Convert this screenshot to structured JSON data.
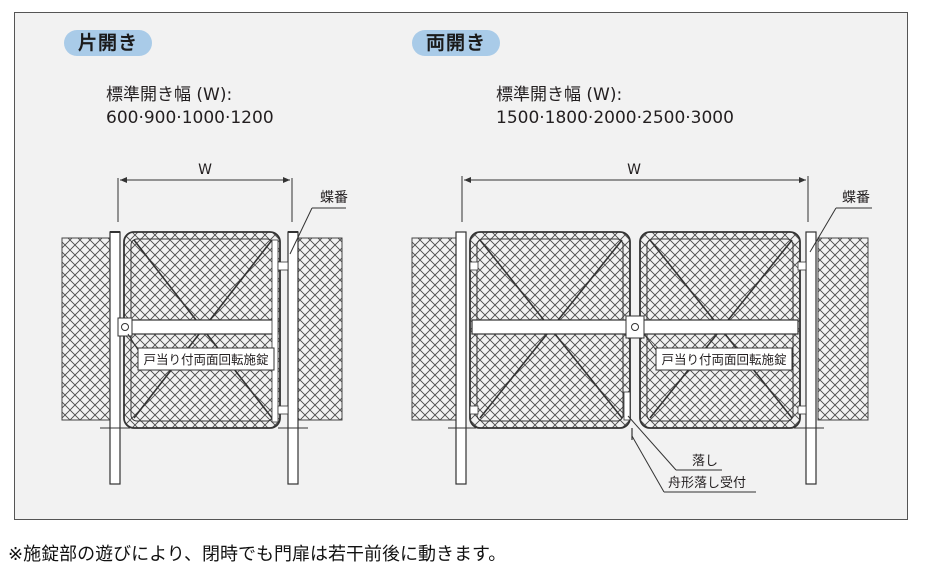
{
  "left": {
    "title": "片開き",
    "width_label": "標準開き幅 (W):",
    "width_values": "600·900·1000·1200",
    "dimension": "W",
    "hinge_label": "蝶番",
    "lock_label": "戸当り付両面回転施錠"
  },
  "right": {
    "title": "両開き",
    "width_label": "標準開き幅 (W):",
    "width_values": "1500·1800·2000·2500·3000",
    "dimension": "W",
    "hinge_label": "蝶番",
    "lock_label": "戸当り付両面回転施錠",
    "drop_rod_label": "落し",
    "drop_receiver_label": "舟形落し受付"
  },
  "footnote": "※施錠部の遊びにより、閉時でも門扉は若干前後に動きます。",
  "colors": {
    "badge": "#a9cbe8",
    "line": "#333333",
    "frame_bg": "#f2f2f2"
  }
}
